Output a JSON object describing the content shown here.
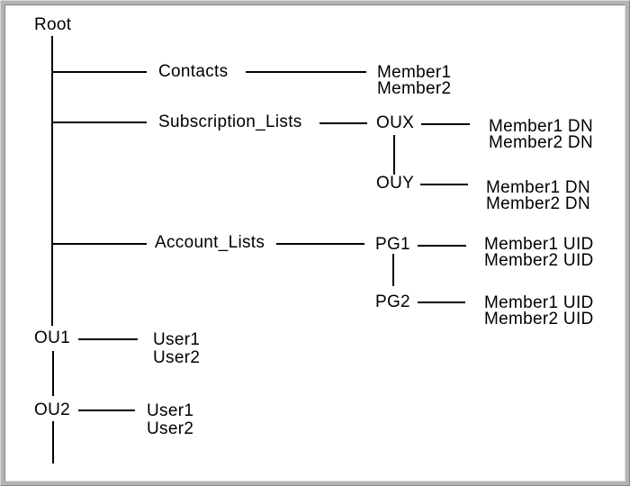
{
  "tree": {
    "root": {
      "label": "Root"
    },
    "contacts": {
      "label": "Contacts",
      "members": [
        "Member1",
        "Member2"
      ]
    },
    "subscription_lists": {
      "label": "Subscription_Lists",
      "oux": {
        "label": "OUX",
        "members": [
          "Member1 DN",
          "Member2 DN"
        ]
      },
      "ouy": {
        "label": "OUY",
        "members": [
          "Member1 DN",
          "Member2 DN"
        ]
      }
    },
    "account_lists": {
      "label": "Account_Lists",
      "pg1": {
        "label": "PG1",
        "members": [
          "Member1 UID",
          "Member2 UID"
        ]
      },
      "pg2": {
        "label": "PG2",
        "members": [
          "Member1 UID",
          "Member2 UID"
        ]
      }
    },
    "ou1": {
      "label": "OU1",
      "users": [
        "User1",
        "User2"
      ]
    },
    "ou2": {
      "label": "OU2",
      "users": [
        "User1",
        "User2"
      ]
    }
  },
  "colors": {
    "background": "#ffffff",
    "line": "#000000",
    "text": "#000000",
    "frame_face": "#b3b3b3",
    "frame_highlight": "#d9d9d9",
    "frame_shadow": "#868686"
  }
}
